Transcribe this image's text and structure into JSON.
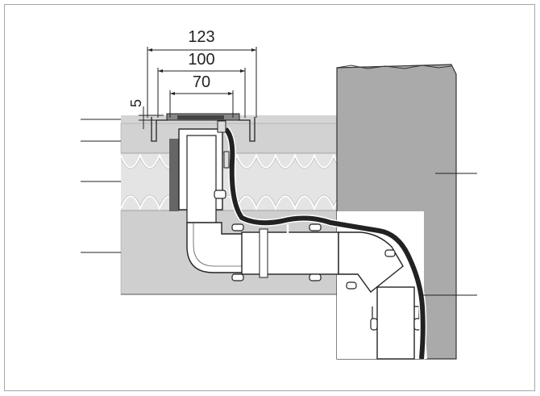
{
  "dimensions": {
    "d123": "123",
    "d100": "100",
    "d70": "70",
    "d5": "5"
  },
  "colors": {
    "frame": "#a8a8a8",
    "floor_light": "#d5d5d5",
    "floor_mid": "#c8c8c8",
    "wall": "#aaaaaa",
    "insulation": "#e6e6e6",
    "membrane": "#222222",
    "pipe": "#ffffff",
    "dim": "#222222"
  }
}
